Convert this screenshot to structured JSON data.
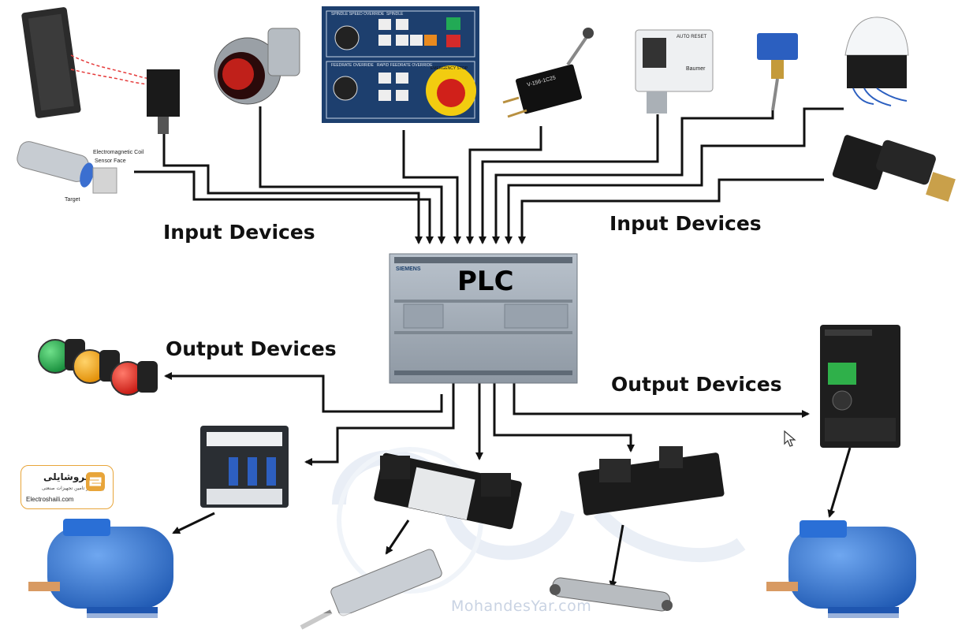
{
  "plc": {
    "title": "PLC",
    "brand": "SIEMENS"
  },
  "labels": {
    "input_left": "Input Devices",
    "input_right": "Input Devices",
    "output_left": "Output Devices",
    "output_right": "Output Devices"
  },
  "sensor_text": {
    "coil": "Electromagnetic Coil",
    "face": "Sensor Face",
    "target": "Target",
    "switch_model": "V-156-1C25",
    "auto_reset": "AUTO RESET",
    "baumer": "Baumer",
    "emergency": "EMERGENCY STOP",
    "spindle_speed": "SPINDLE SPEED OVERRIDE",
    "spindle": "SPINDLE",
    "feedrate": "FEEDRATE OVERRIDE",
    "rapid": "RAPID FEEDRATE OVERRIDE"
  },
  "logo": {
    "name_fa": "الکتروشایلی",
    "tagline_fa": "پیشرو در تامین تجهیزات صنعتی",
    "site": "Electroshaili.com"
  },
  "watermark": "MohandesYar.com",
  "colors": {
    "wire": "#111111",
    "plc_body": "#a6b0bb",
    "motor_blue": "#2a6fd6",
    "lamp_green": "#1fa84a",
    "lamp_orange": "#f2a20c",
    "lamp_red": "#e0221c",
    "logo_border": "#e8a53a"
  }
}
